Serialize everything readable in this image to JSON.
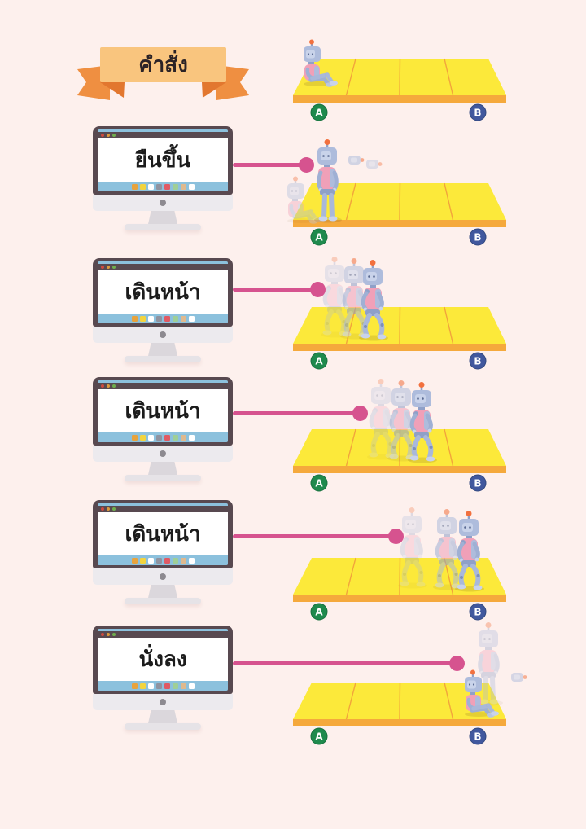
{
  "banner": {
    "label": "คำสั่ง"
  },
  "commands": [
    "ยืนขึ้น",
    "เดินหน้า",
    "เดินหน้า",
    "เดินหน้า",
    "นั่งลง"
  ],
  "markers": {
    "start": "A",
    "end": "B"
  },
  "scenes": [
    {
      "pose": "sitting",
      "at": "A"
    },
    {
      "pose": "standing",
      "at": "A"
    },
    {
      "pose": "walking",
      "at": "first quarter between A and B"
    },
    {
      "pose": "walking",
      "at": "middle between A and B"
    },
    {
      "pose": "walking",
      "at": "near B"
    },
    {
      "pose": "sitting",
      "at": "B"
    }
  ],
  "colors": {
    "background": "#fdf0ed",
    "accent_pink": "#d6538f",
    "platform_yellow": "#fce93a",
    "platform_edge_orange": "#f5a93c",
    "marker_a_green": "#1f8a4d",
    "marker_b_blue": "#41589e",
    "ribbon_light_orange": "#f9c57e",
    "ribbon_flag_orange": "#ef8f41",
    "monitor_frame": "#584950",
    "screen_blue": "#8cc1dd"
  }
}
